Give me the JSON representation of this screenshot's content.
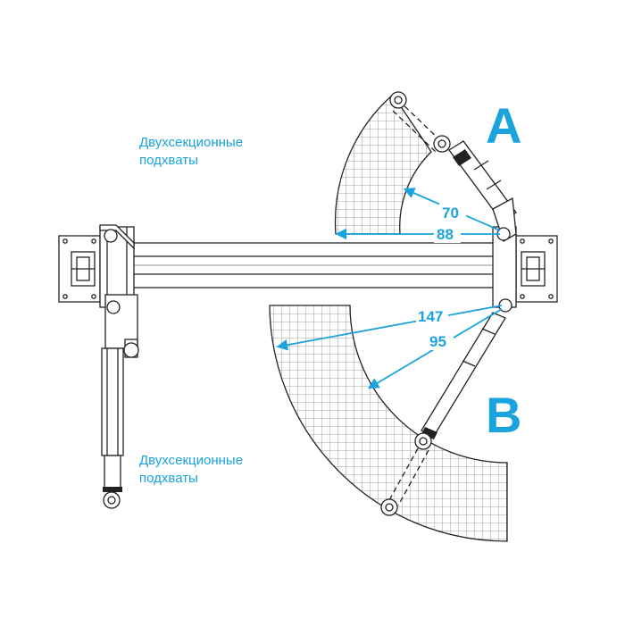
{
  "labels": {
    "top_caption_line1": "Двухсекционные",
    "top_caption_line2": "подхваты",
    "bottom_caption_line1": "Двухсекционные",
    "bottom_caption_line2": "подхваты",
    "section_a": "A",
    "section_b": "B"
  },
  "dimensions": {
    "a_inner": "70",
    "a_outer": "88",
    "b_outer": "147",
    "b_inner": "95"
  },
  "colors": {
    "accent": "#1aa3dc",
    "line": "#222222",
    "grid": "#8a8a8a"
  }
}
